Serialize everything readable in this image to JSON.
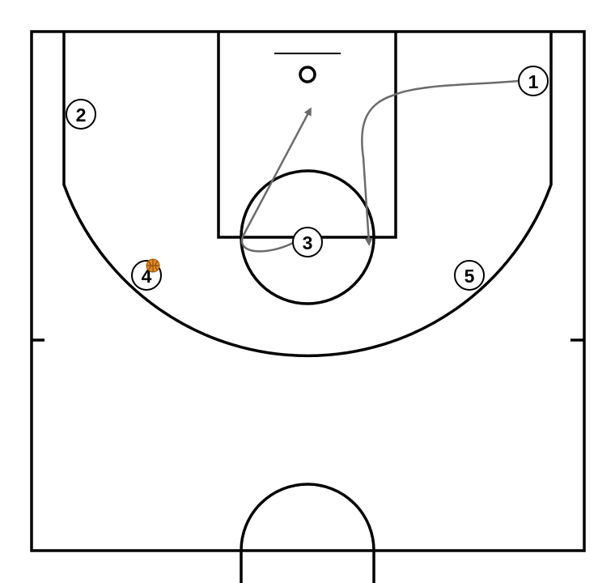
{
  "players": [
    {
      "id": "1",
      "label": "1"
    },
    {
      "id": "2",
      "label": "2"
    },
    {
      "id": "3",
      "label": "3"
    },
    {
      "id": "4",
      "label": "4"
    },
    {
      "id": "5",
      "label": "5"
    }
  ],
  "ball_holder": "4",
  "movements": [
    {
      "player": "1",
      "type": "cut"
    },
    {
      "player": "3",
      "type": "cut"
    }
  ],
  "colors": {
    "court_lines": "#000000",
    "cut_arrows": "#6b6b6b",
    "ball": "#e8891c",
    "background": "#ffffff"
  },
  "icons": {
    "ball": "basketball-icon",
    "hoop": "hoop-icon"
  }
}
